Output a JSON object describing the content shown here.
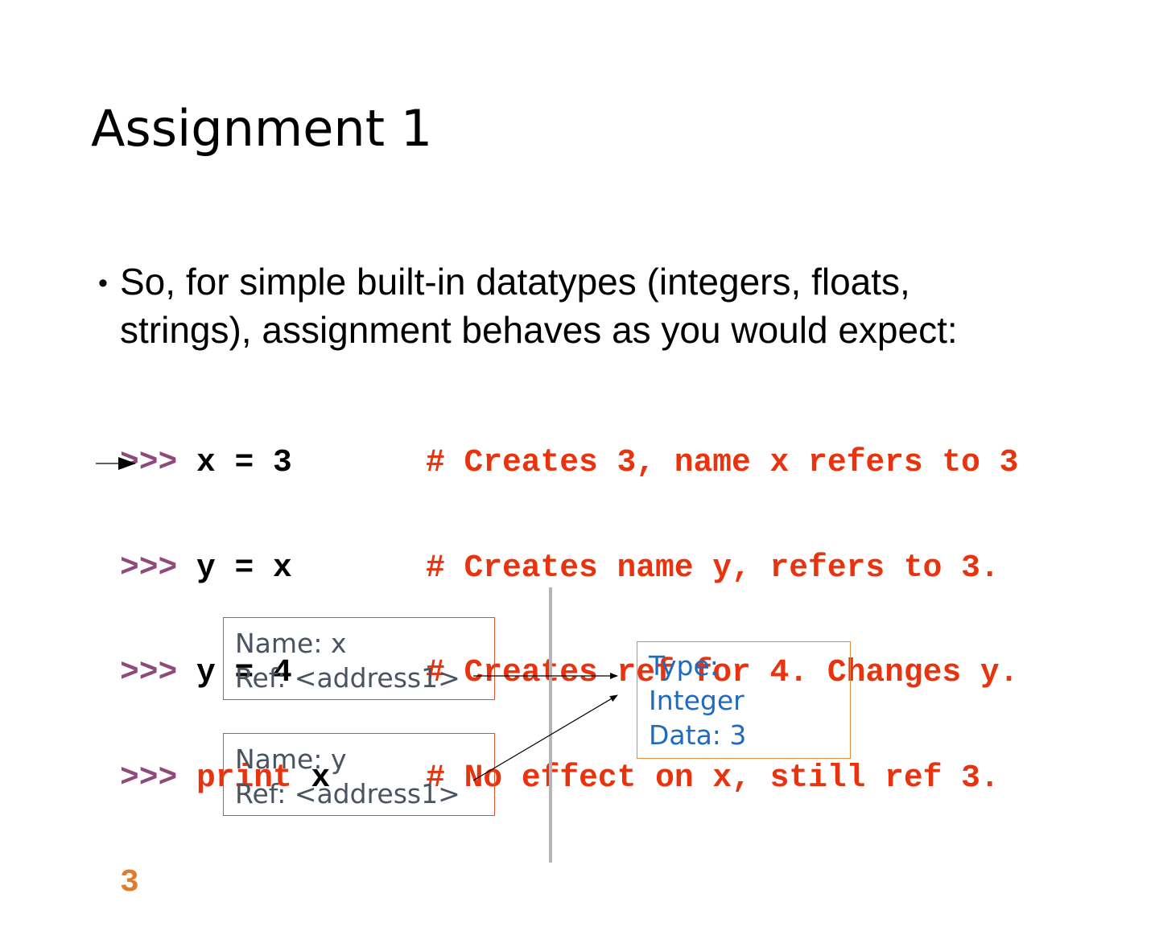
{
  "slide": {
    "title": "Assignment 1",
    "bullet": {
      "lines": [
        "So, for simple built-in datatypes (integers, floats,",
        "strings), assignment behaves as you would expect:"
      ]
    },
    "code": {
      "prompt": ">>>",
      "lines": [
        {
          "prompt": ">>>",
          "stmt": " x = 3",
          "pad": "       ",
          "comment": "# Creates 3, name x refers to 3"
        },
        {
          "prompt": ">>>",
          "stmt": " y = x",
          "pad": "       ",
          "comment": "# Creates name y, refers to 3."
        },
        {
          "prompt": ">>>",
          "stmt": " y = 4",
          "pad": "       ",
          "comment": "# Creates ref for 4. Changes y."
        },
        {
          "prompt": ">>>",
          "keyword": " print",
          "stmt": " x",
          "pad": "     ",
          "comment": "# No effect on x, still ref 3."
        }
      ],
      "output": "3"
    },
    "diagram": {
      "name_box_x": {
        "line1": "Name: x",
        "line2": "Ref: <address1>"
      },
      "name_box_y": {
        "line1": "Name: y",
        "line2": "Ref: <address1>"
      },
      "object_box": {
        "line1": "Type:",
        "line2": "Integer",
        "line3": "Data: 3"
      }
    },
    "colors": {
      "prompt": "#8e4a7a",
      "keyword_and_comment": "#e8330e",
      "output": "#e07c2c",
      "name_box_border": "#d9502a",
      "object_text": "#1f6bbf",
      "divider": "#b5b5b5"
    }
  }
}
